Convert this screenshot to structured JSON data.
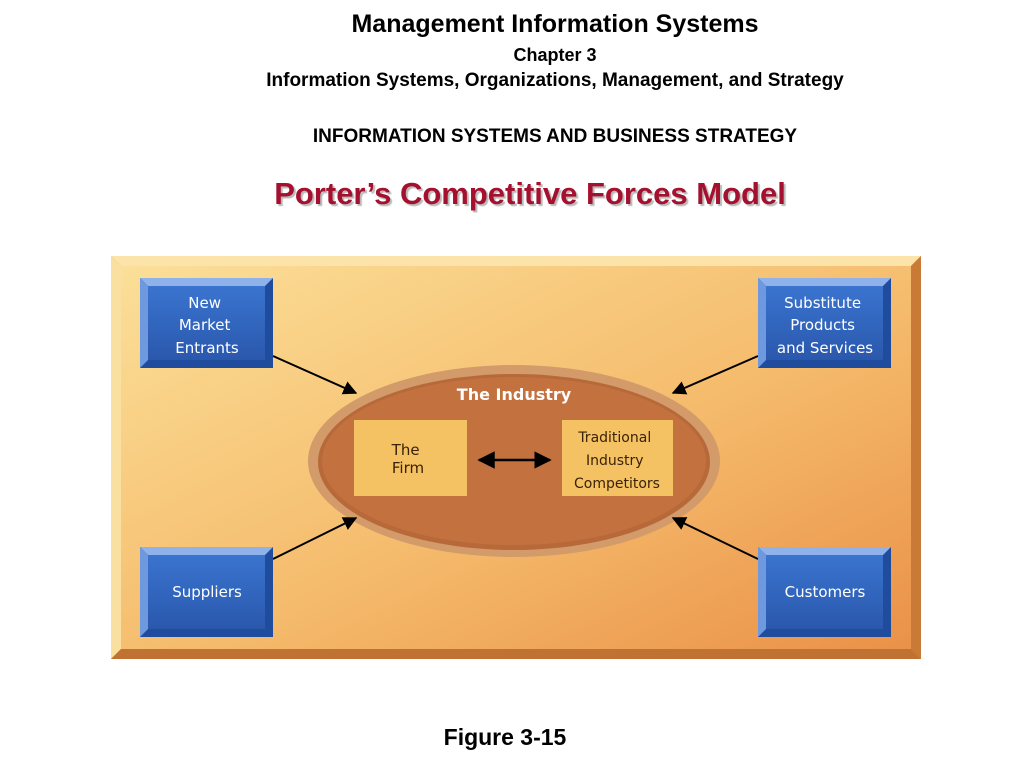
{
  "header": {
    "title": "Management Information Systems",
    "chapter": "Chapter 3",
    "subtitle": "Information Systems, Organizations, Management, and Strategy",
    "section": "INFORMATION SYSTEMS AND BUSINESS STRATEGY"
  },
  "slide_title": "Porter’s Competitive Forces Model",
  "diagram": {
    "industry_label": "The Industry",
    "firm": [
      "The",
      "Firm"
    ],
    "competitors": [
      "Traditional",
      "Industry",
      "Competitors"
    ],
    "forces": {
      "new_entrants": [
        "New",
        "Market",
        "Entrants"
      ],
      "substitutes": [
        "Substitute",
        "Products",
        "and Services"
      ],
      "suppliers": [
        "Suppliers"
      ],
      "customers": [
        "Customers"
      ]
    },
    "colors": {
      "panel_light": "#f9d88e",
      "panel_dark": "#eb9850",
      "ellipse_fill": "#c2713f",
      "box_fill": "#f4c263",
      "force_blue": "#2f64be"
    }
  },
  "figure_caption": "Figure 3-15"
}
